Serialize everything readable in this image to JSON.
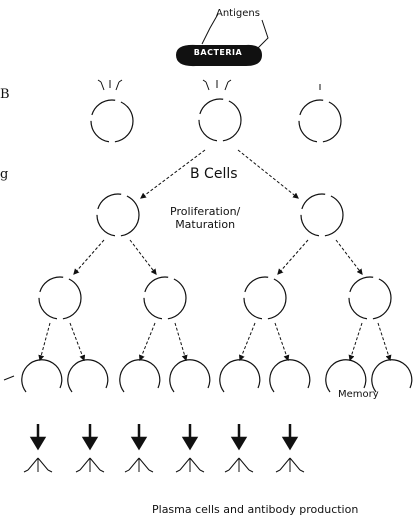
{
  "labels": {
    "antigens": "Antigens",
    "bacteria": "BACTERIA",
    "b_cells": "B Cells",
    "proliferation": "Proliferation/",
    "maturation": "Maturation",
    "memory": "Memory",
    "bottom": "Plasma cells and antibody production",
    "edge_b": "B",
    "edge_g": "g"
  }
}
